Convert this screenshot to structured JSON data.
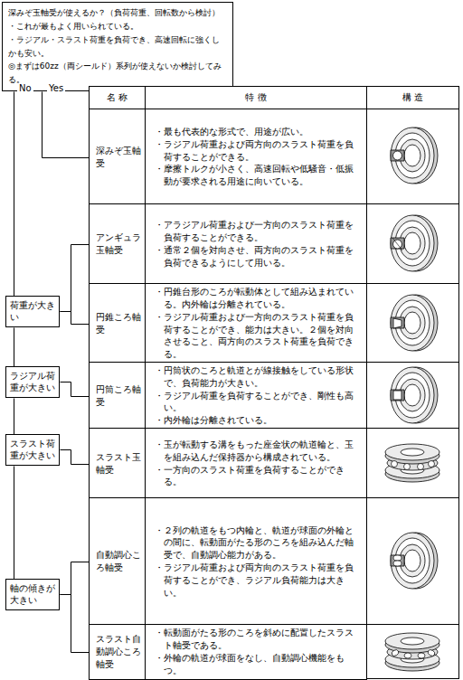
{
  "diagram": {
    "nodes": [
      {
        "text": [
          "深みぞ玉軸受が使えるか？（負荷荷重、回転数から検討）",
          "・これが最もよく用いられている。",
          "・ラジアル・スラスト荷重を負荷でき、高速回転に強くしかも安い。",
          "◎まずは60zz（両シールド）系列が使えないか検討してみる。"
        ]
      },
      {
        "text": [
          "荷重が大きい"
        ]
      },
      {
        "text": [
          "ラジアル荷重が大きい"
        ]
      },
      {
        "text": [
          "スラスト荷重が大きい"
        ]
      },
      {
        "text": [
          "軸の傾きが大きい"
        ]
      },
      {
        "text": [
          "名 称"
        ]
      },
      {
        "text": [
          "特 徴"
        ]
      },
      {
        "text": [
          "構 造"
        ]
      },
      {
        "text": [
          "深みぞ玉軸受"
        ]
      },
      {
        "text": [
          "・最も代表的な形式で、用途が広い。",
          "・ラジアル荷重および両方向のスラスト荷重を負荷することができる。",
          "・摩擦トルクが小さく、高速回転や低騒音・低振動が要求される用途に向いている。"
        ]
      },
      {
        "text": [
          "アンギュラ玉軸受"
        ]
      },
      {
        "text": [
          "・アラジアル荷重および一方向のスラスト荷重を負荷することができる。",
          "・通常２個を対向させ、両方向のスラスト荷重を負荷できるようにして用いる。"
        ]
      },
      {
        "text": [
          "円錐ころ軸受"
        ]
      },
      {
        "text": [
          "・円錐台形のころが転動体として組み込まれている。内外輪は分離されている。",
          "・ラジアル荷重および一方向のスラスト荷重を負荷することができ、能力は大きい。２個を対向させること、両方向のスラスト荷重を負荷できる。"
        ]
      },
      {
        "text": [
          "円筒ころ軸受"
        ]
      },
      {
        "text": [
          "・円筒状のころと軌道とが線接触をしている形状で、負荷能力が大きい。",
          "・ラジアル荷重を負荷することができ、剛性も高い。",
          "・内外輪は分離されている。"
        ]
      },
      {
        "text": [
          "スラスト玉軸受"
        ]
      },
      {
        "text": [
          "・玉が転動する溝をもった座金状の軌道輪と、玉を組み込んだ保持器から構成されている。",
          "・一方向のスラスト荷重を負荷することができる。"
        ]
      },
      {
        "text": [
          "自動調心ころ軸受"
        ]
      },
      {
        "text": [
          "・２列の軌道をもつ内輪と、軌道が球面の外輪との間に、転動面がたる形のころを組み込んだ軸受で、自動調心能力がある。",
          "・ラジアル荷重および両方向のスラスト荷重を負荷することができ、ラジアル負荷能力は大きい。"
        ]
      },
      {
        "text": [
          "スラスト自動調心ころ軸受"
        ]
      },
      {
        "text": [
          "・転動面がたる形のころを斜めに配置したスラスト軸受である。",
          "・外輪の軌道が球面をなし、自動調心機能をもつ。"
        ]
      }
    ],
    "edges": [
      {
        "from": 0,
        "to": 8,
        "label": "Yes",
        "arrow": "none"
      },
      {
        "from": 0,
        "to": 1,
        "label": "No",
        "arrow": "none"
      },
      {
        "from": 1,
        "to": 10,
        "arrow": "none"
      },
      {
        "from": 1,
        "to": 12,
        "arrow": "none"
      },
      {
        "from": 1,
        "to": 2,
        "arrow": "none"
      },
      {
        "from": 2,
        "to": 14,
        "arrow": "none"
      },
      {
        "from": 2,
        "to": 3,
        "arrow": "none"
      },
      {
        "from": 3,
        "to": 16,
        "arrow": "none"
      },
      {
        "from": 3,
        "to": 4,
        "arrow": "none"
      },
      {
        "from": 4,
        "to": 18,
        "arrow": "none"
      },
      {
        "from": 4,
        "to": 20,
        "arrow": "none"
      }
    ]
  }
}
